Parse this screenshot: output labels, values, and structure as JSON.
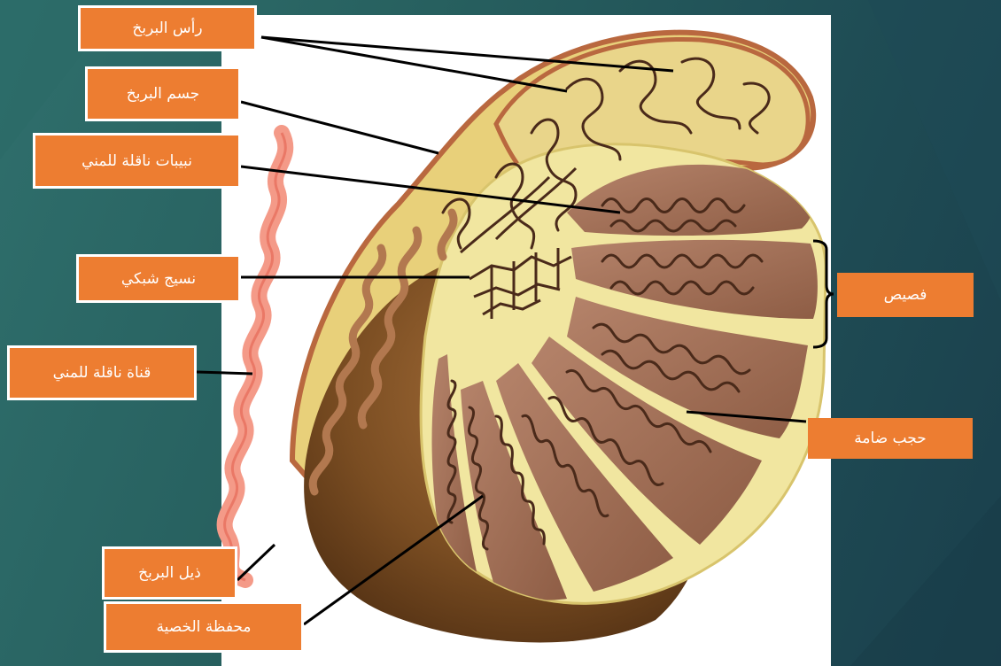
{
  "labels": {
    "epididymis_head": "رأس البربخ",
    "epididymis_body": "جسم البربخ",
    "efferent_ductules": "نبيبات ناقلة للمني",
    "rete_testis": "نسيج شبكي",
    "vas_deferens": "قناة ناقلة للمني",
    "epididymis_tail": "ذيل البربخ",
    "tunica_albuginea": "محفظة الخصية",
    "lobule": "فصيص",
    "septum": "حجب ضامة"
  },
  "colors": {
    "label_bg": "#ed7d31",
    "label_text": "#ffffff",
    "background": "#245a5c",
    "tubule_tissue": "#a7745c",
    "capsule": "#7a4d22",
    "connective_tissue": "#f1e6a0",
    "vas_deferens": "#f49a88"
  }
}
